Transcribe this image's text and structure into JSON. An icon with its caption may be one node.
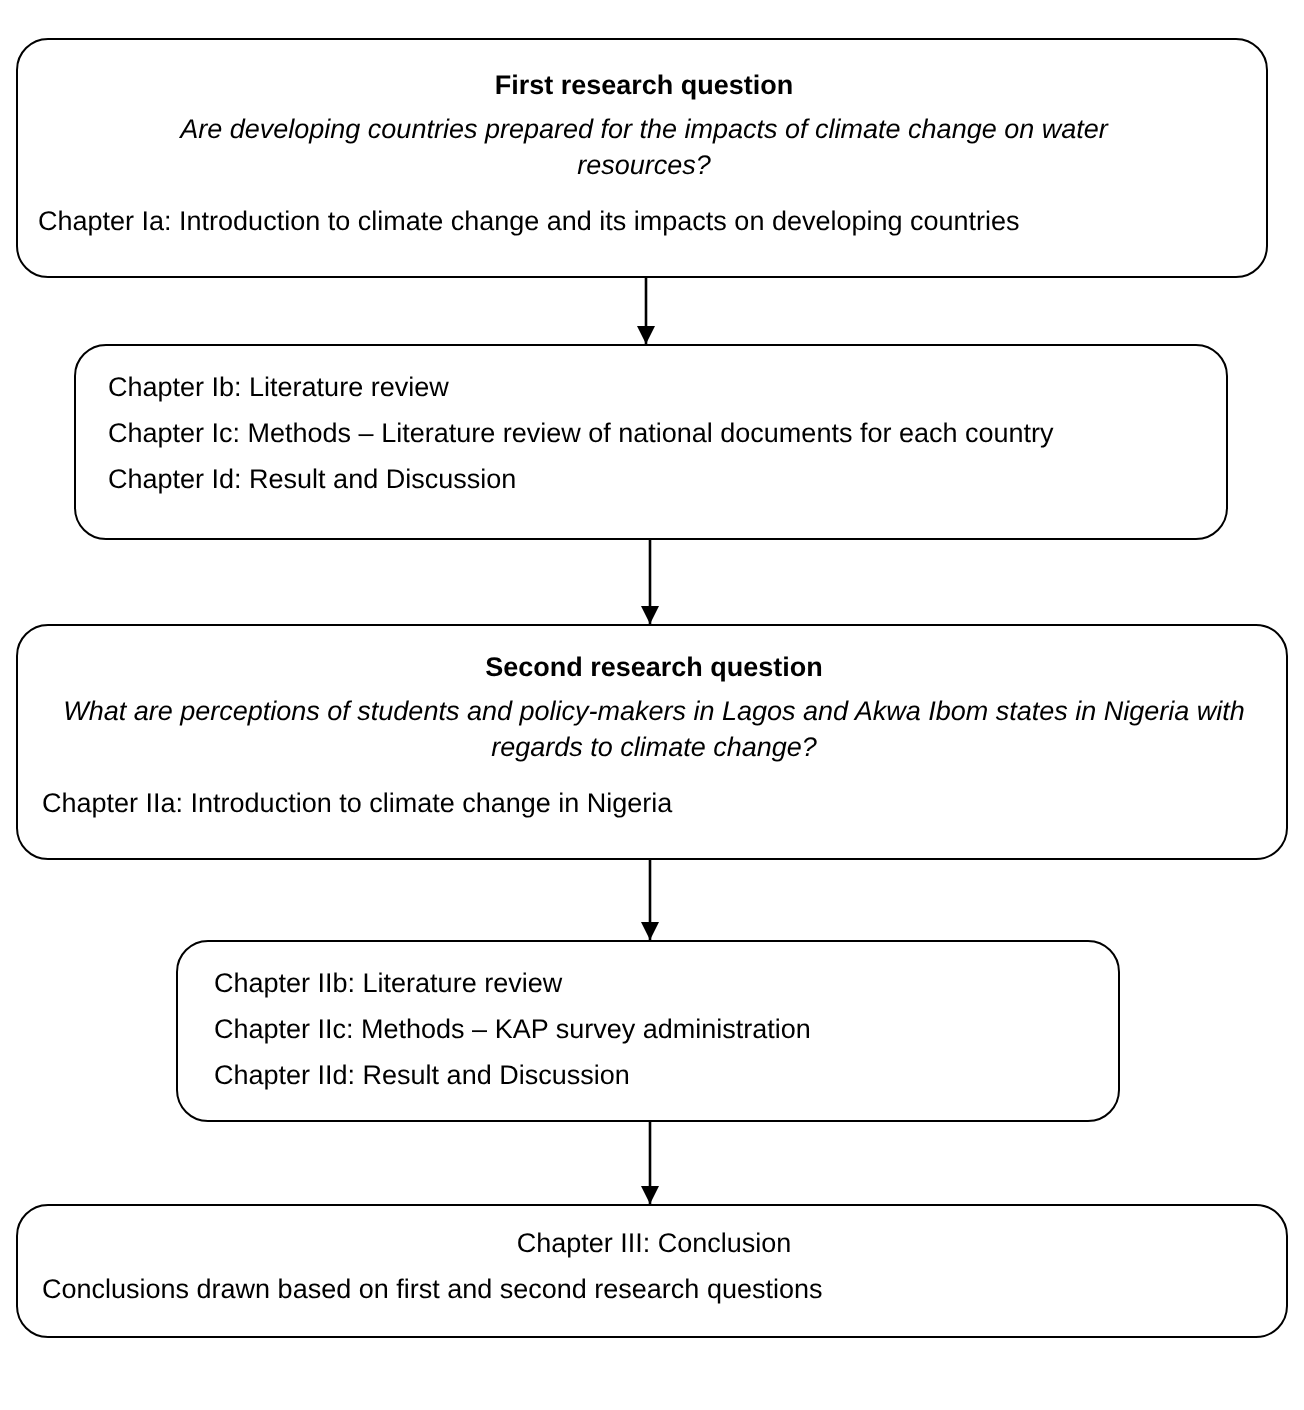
{
  "diagram": {
    "nodes": [
      {
        "text": [
          "First research question",
          "Are developing countries prepared for the impacts of climate change on water resources?",
          "Chapter Ia: Introduction to climate change and its impacts on developing countries"
        ]
      },
      {
        "text": [
          "Chapter Ib: Literature review",
          "Chapter Ic: Methods – Literature review of national documents for each country",
          "Chapter Id: Result and Discussion"
        ]
      },
      {
        "text": [
          "Second research question",
          "What are perceptions of students and policy-makers in Lagos and Akwa Ibom states in Nigeria with regards to climate change?",
          "Chapter IIa: Introduction to climate change in Nigeria"
        ]
      },
      {
        "text": [
          "Chapter IIb: Literature review",
          "Chapter IIc: Methods – KAP survey administration",
          "Chapter IId: Result and Discussion"
        ]
      },
      {
        "text": [
          "Chapter III: Conclusion",
          "Conclusions drawn based on first and second research questions"
        ]
      }
    ],
    "edges": [
      {
        "from": 0,
        "to": 1,
        "arrow": "to"
      },
      {
        "from": 1,
        "to": 2,
        "arrow": "to"
      },
      {
        "from": 2,
        "to": 3,
        "arrow": "to"
      },
      {
        "from": 3,
        "to": 4,
        "arrow": "to"
      }
    ]
  }
}
